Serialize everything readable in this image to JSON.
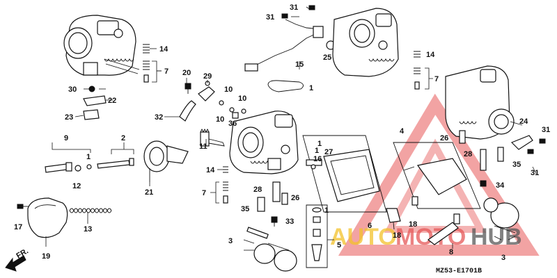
{
  "diagram": {
    "code": "MZ53-E1701B",
    "fr_label": "FR.",
    "labels": {
      "l1a": "1",
      "l1b": "1",
      "l1c": "1",
      "l1d": "1",
      "l1e": "1",
      "l2": "2",
      "l3a": "3",
      "l3b": "3",
      "l4": "4",
      "l5": "5",
      "l6": "6",
      "l7a": "7",
      "l7b": "7",
      "l7c": "7",
      "l8": "8",
      "l9": "9",
      "l10a": "10",
      "l10b": "10",
      "l10c": "10",
      "l11": "11",
      "l12": "12",
      "l13": "13",
      "l14a": "14",
      "l14b": "14",
      "l14c": "14",
      "l15": "15",
      "l16": "16",
      "l17": "17",
      "l18a": "18",
      "l18b": "18",
      "l19": "19",
      "l20": "20",
      "l21": "21",
      "l22": "22",
      "l23": "23",
      "l24": "24",
      "l25": "25",
      "l26a": "26",
      "l26b": "26",
      "l27": "27",
      "l28a": "28",
      "l28b": "28",
      "l29": "29",
      "l30": "30",
      "l31a": "31",
      "l31b": "31",
      "l31c": "31",
      "l31d": "31",
      "l32": "32",
      "l33": "33",
      "l34": "34",
      "l35a": "35",
      "l35b": "35",
      "l36": "36"
    }
  },
  "watermark": {
    "text_auto": "AUTO",
    "text_moto": "MOTO",
    "text_hub": "HUB",
    "colors": {
      "red": "#e23a3a",
      "gold": "#f2b705",
      "dark": "#3a3a3a"
    }
  }
}
